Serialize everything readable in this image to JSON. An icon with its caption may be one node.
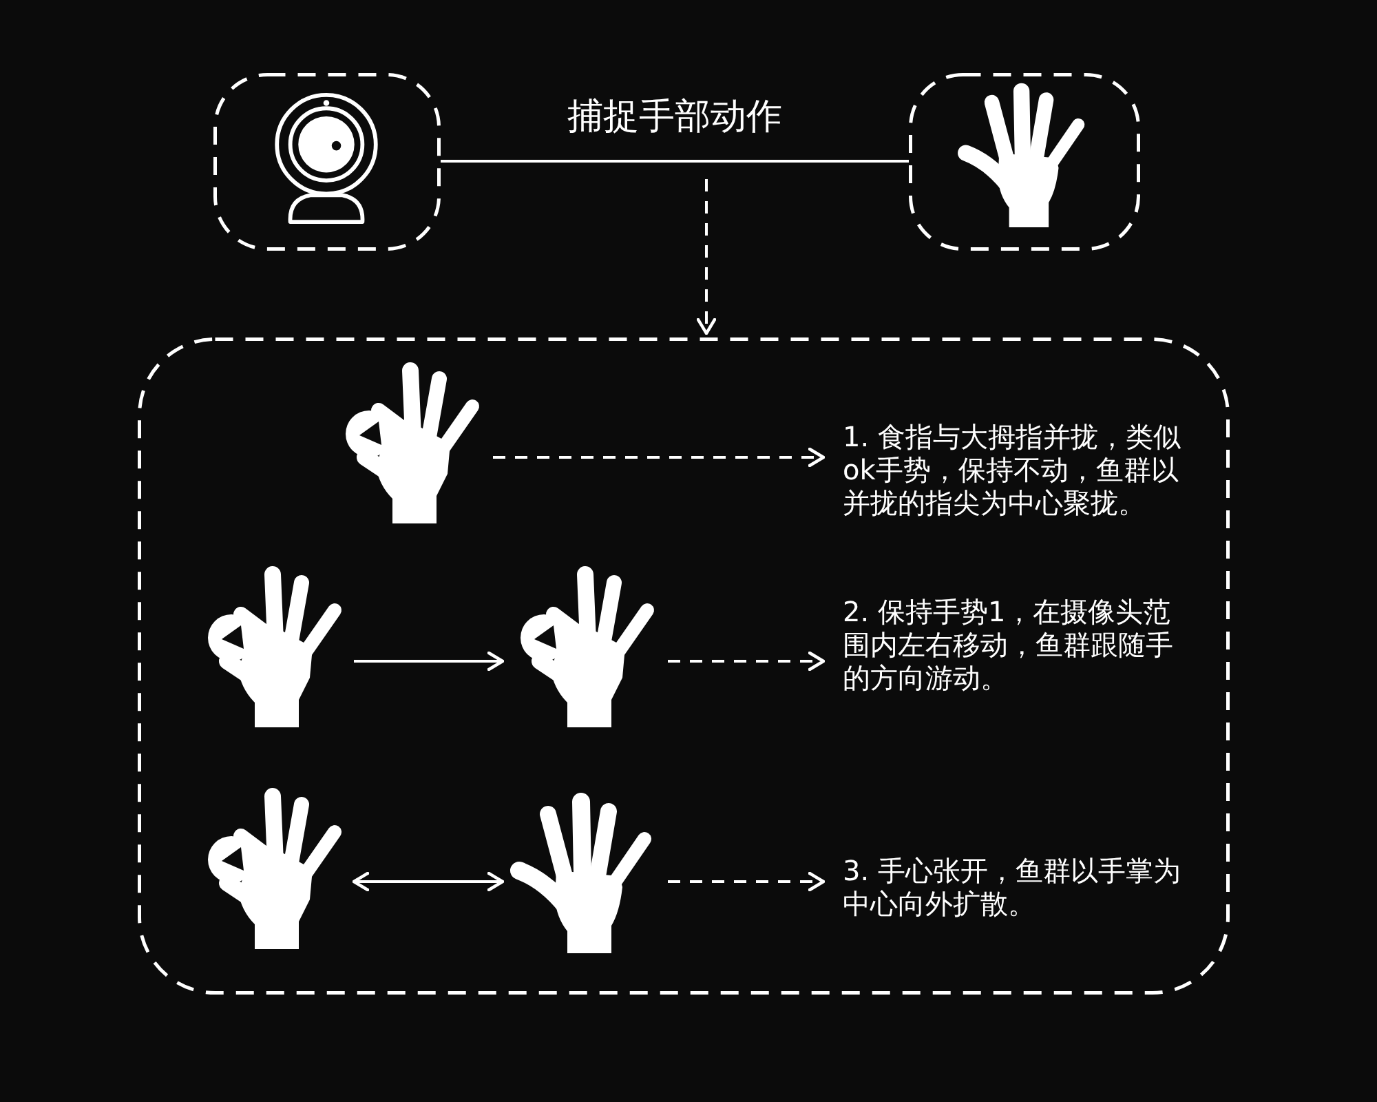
{
  "diagram": {
    "nodes": [
      {
        "text": [],
        "shape": "picture"
      },
      {
        "text": [],
        "shape": "picture"
      },
      {
        "text": [],
        "shape": "box"
      },
      {
        "text": [],
        "shape": "picture",
        "in": 2
      },
      {
        "text": [
          "1. 食指与大拇指并拢，类似ok手势，保持不动，鱼群以并拢的指尖为中心聚拢。"
        ],
        "in": 2
      },
      {
        "text": [],
        "shape": "picture",
        "in": 2
      },
      {
        "text": [],
        "shape": "picture",
        "in": 2
      },
      {
        "text": [
          "2. 保持手势1，在摄像头范围内左右移动，鱼群跟随手的方向游动。"
        ],
        "in": 2
      },
      {
        "text": [],
        "shape": "picture",
        "in": 2
      },
      {
        "text": [],
        "shape": "picture",
        "in": 2
      },
      {
        "text": [
          "3. 手心张开，鱼群以手掌为中心向外扩散。"
        ],
        "in": 2
      }
    ],
    "edges": [
      {
        "from": 0,
        "to": 1,
        "arrow": "none",
        "label": "捕捉手部动作"
      },
      {
        "from": null,
        "to": 2,
        "arrow": "to",
        "style": "dashed"
      },
      {
        "from": 3,
        "to": 4,
        "arrow": "to",
        "style": "dashed"
      },
      {
        "from": 5,
        "to": 6,
        "arrow": "to"
      },
      {
        "from": 6,
        "to": 7,
        "arrow": "to",
        "style": "dashed"
      },
      {
        "from": 8,
        "to": 9,
        "arrow": "both"
      },
      {
        "from": 9,
        "to": 10,
        "arrow": "to",
        "style": "dashed"
      }
    ]
  }
}
